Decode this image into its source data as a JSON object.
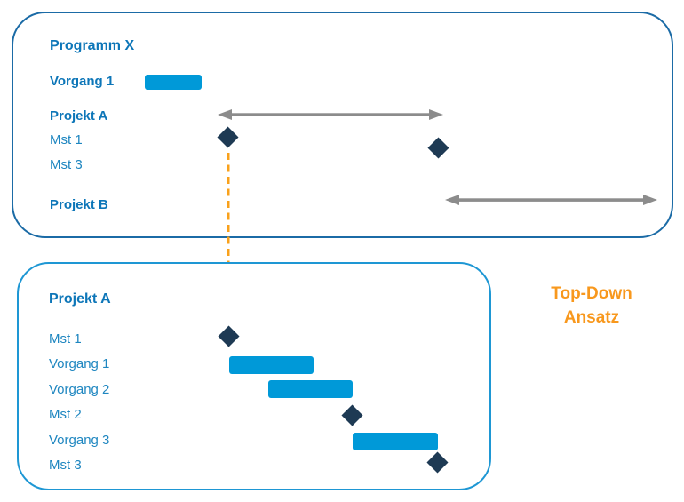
{
  "annotation": {
    "line1": "Top-Down",
    "line2": "Ansatz"
  },
  "program_box": {
    "title": "Programm X",
    "rows": [
      {
        "label": "Vorgang 1",
        "element": "task-bar"
      },
      {
        "label": "Projekt A",
        "element": "timespan-arrow"
      },
      {
        "label": "Mst 1",
        "element": "milestone"
      },
      {
        "label": "Mst 3",
        "element": "milestone"
      },
      {
        "label": "Projekt B",
        "element": "timespan-arrow"
      }
    ]
  },
  "project_box": {
    "title": "Projekt A",
    "rows": [
      {
        "label": "Mst 1",
        "element": "milestone"
      },
      {
        "label": "Vorgang 1",
        "element": "task-bar"
      },
      {
        "label": "Vorgang 2",
        "element": "task-bar"
      },
      {
        "label": "Mst 2",
        "element": "milestone"
      },
      {
        "label": "Vorgang 3",
        "element": "task-bar"
      },
      {
        "label": "Mst 3",
        "element": "milestone"
      }
    ]
  },
  "colors": {
    "task_bar_blue": "#0099d8",
    "milestone_navy": "#1e3a54",
    "timespan_arrow_gray": "#8c8c8c",
    "program_box_border": "#1b6ba6",
    "project_box_border": "#1e97d4",
    "heading_text_blue": "#0d76b8",
    "row_text_blue": "#1e86c0",
    "accent_orange": "#f8981d"
  }
}
